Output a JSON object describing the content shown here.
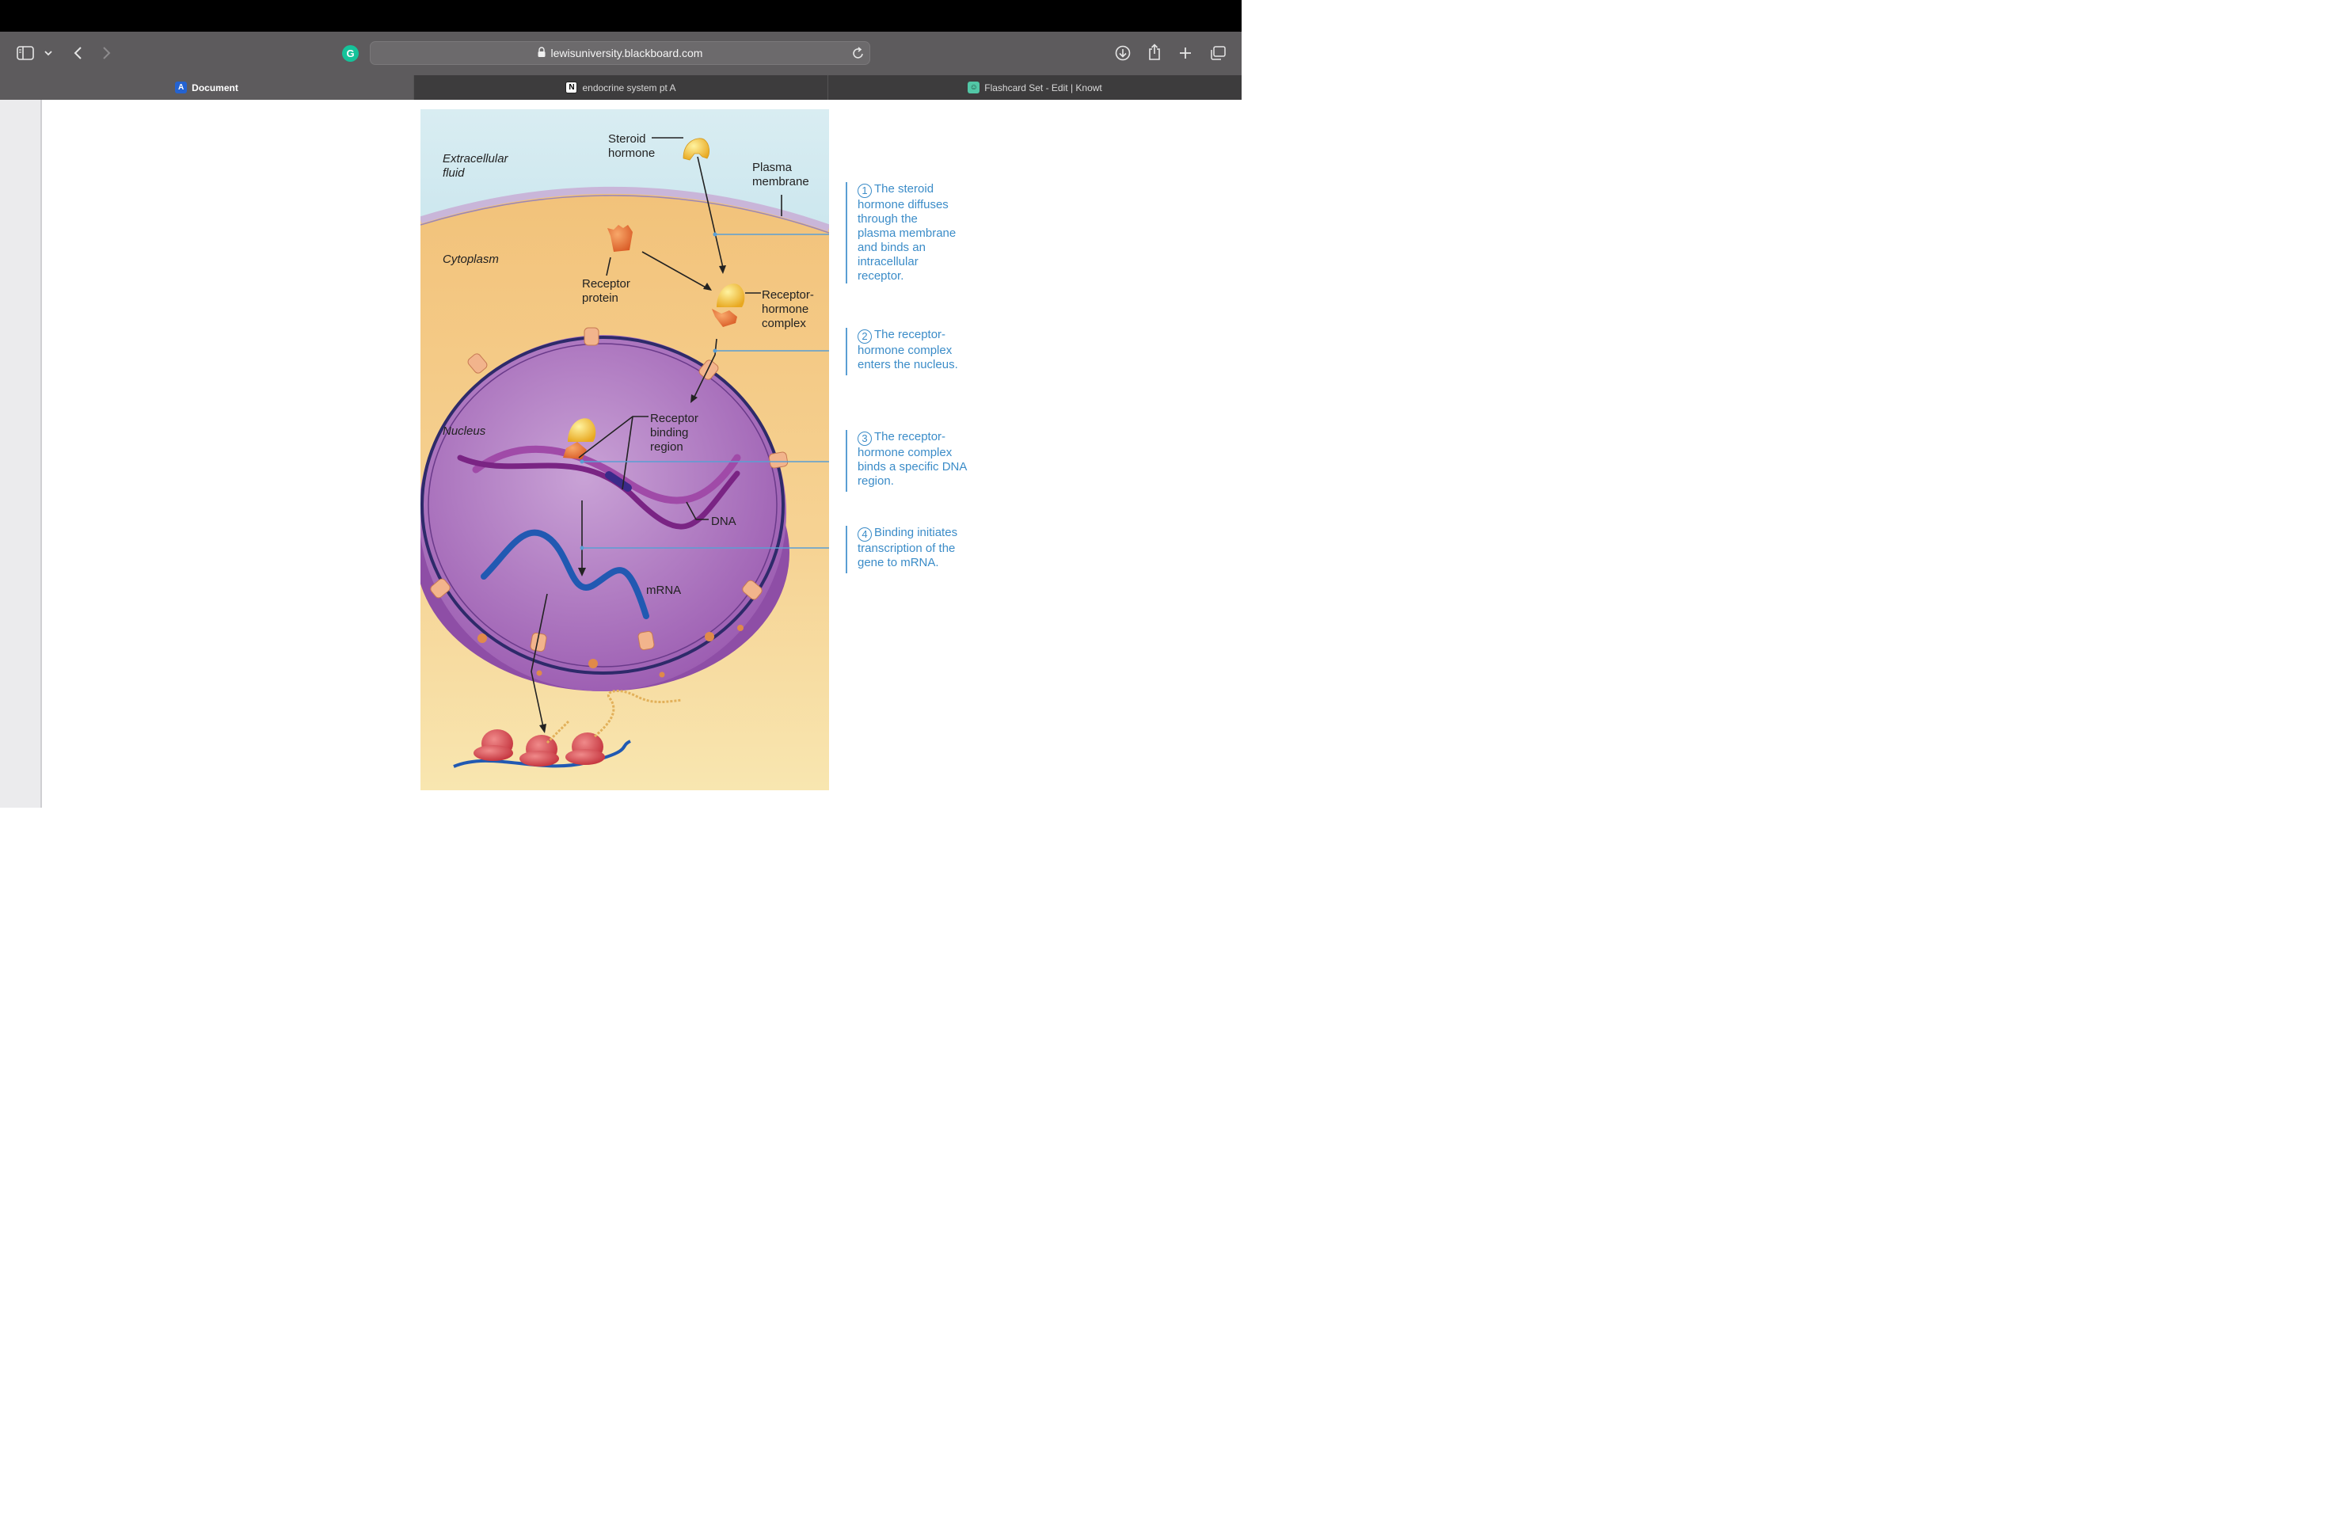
{
  "browser": {
    "url": "lewisuniversity.blackboard.com",
    "tabs": [
      {
        "label": "Document",
        "active": true,
        "favicon": "blackboard-icon"
      },
      {
        "label": "endocrine system pt A",
        "active": false,
        "favicon": "notion-icon"
      },
      {
        "label": "Flashcard Set - Edit | Knowt",
        "active": false,
        "favicon": "knowt-icon"
      }
    ],
    "extension_badge": "G"
  },
  "diagram": {
    "labels": {
      "extracellular": [
        "Extracellular",
        "fluid"
      ],
      "steroid": [
        "Steroid",
        "hormone"
      ],
      "plasma": [
        "Plasma",
        "membrane"
      ],
      "cytoplasm": "Cytoplasm",
      "receptor_protein": [
        "Receptor",
        "protein"
      ],
      "complex": [
        "Receptor-",
        "hormone",
        "complex"
      ],
      "nucleus": "Nucleus",
      "binding": [
        "Receptor",
        "binding",
        "region"
      ],
      "dna": "DNA",
      "mrna": "mRNA"
    },
    "steps": [
      {
        "number": "1",
        "lines": [
          "The steroid",
          "hormone diffuses",
          "through the",
          "plasma membrane",
          "and binds an",
          "intracellular",
          "receptor."
        ]
      },
      {
        "number": "2",
        "lines": [
          "The receptor-",
          "hormone complex",
          "enters the nucleus."
        ]
      },
      {
        "number": "3",
        "lines": [
          "The receptor-",
          "hormone complex",
          "binds a specific DNA",
          "region."
        ]
      },
      {
        "number": "4",
        "lines": [
          "Binding initiates",
          "transcription of the",
          "gene to mRNA."
        ]
      }
    ],
    "colors": {
      "extracellular": "#aed7e3",
      "cytoplasm": "#f3c980",
      "nucleus": "#a769bb",
      "dna": "#8e2f95",
      "mrna": "#2159b2",
      "callout_text": "#3b8cc8"
    }
  }
}
